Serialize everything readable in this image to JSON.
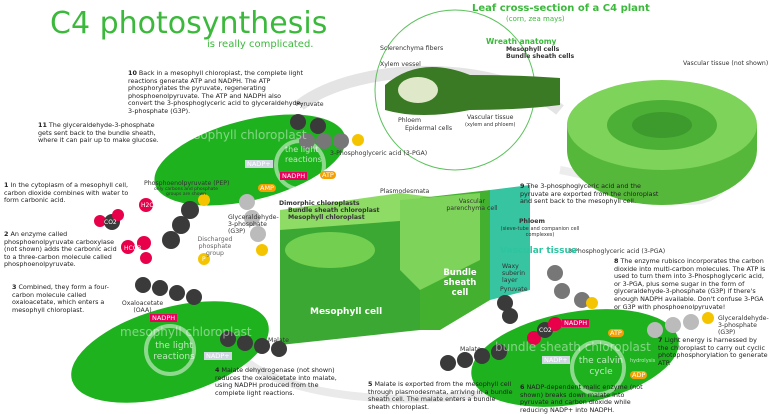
{
  "title": {
    "main": "C4 photosynthesis",
    "sub": "is really complicated."
  },
  "leaf": {
    "heading": "Leaf cross-section of a C4 plant",
    "species": "(corn, zea mays)",
    "wreath": "Wreath anatomy",
    "mesophyll_cells": "Mesophyll cells",
    "bundle_cells": "Bundle sheath cells",
    "sclerenchyma": "Sclerenchyma fibers",
    "xylem": "Xylem vessel",
    "phloem": "Phloem",
    "epidermal": "Epidermal cells",
    "vascular": "Vascular tissue",
    "vascular_note": "(xylem and phloem)",
    "vascular_not_shown": "Vascular tissue (not shown)"
  },
  "steps": {
    "s1": {
      "n": "1",
      "text": "In the cytoplasm of a mesophyll cell, carbon dioxide combines with water to form carbonic acid."
    },
    "s2": {
      "n": "2",
      "text": "An enzyme called phosphoenolpyruvate carboxylase (not shown) adds the carbonic acid to a three-carbon molecule called phosphoenolpyruvate."
    },
    "s3": {
      "n": "3",
      "text": "Combined, they form a four-carbon molecule called oxaloacetate, which enters a mesophyll chloroplast."
    },
    "s4": {
      "n": "4",
      "text": "Malate dehydrogenase (not shown) reduces the oxaloacetate into malate, using NADPH produced from the complete light reactions."
    },
    "s5": {
      "n": "5",
      "text": "Malate is exported from the mesophyll cell through plasmodesmata, arriving in a bundle sheath cell. The malate enters a bundle sheath chloroplast."
    },
    "s6": {
      "n": "6",
      "text": "NADP-dependent malic enzyme (not shown) breaks down malate into pyruvate and carbon dioxide while reducing NADP+ into NADPH."
    },
    "s7": {
      "n": "7",
      "text": "Light energy is harnessed by the chloroplast to carry out cyclic photophosphorylation to generate ATP."
    },
    "s8": {
      "n": "8",
      "text": "The enzyme rubisco incorporates the carbon dioxide into multi-carbon molecules. The ATP is used to turn them into 3-Phosphoglyceric acid, or 3-PGA, plus some sugar in the form of glyceraldehyde-3-phosphate (G3P) if there's enough NADPH available. Don't confuse 3-PGA or G3P with phosphoenolpyruvate!"
    },
    "s9": {
      "n": "9",
      "text": "The 3-phosphoglyceric acid and the pyruvate are exported from the chloroplast and sent back to the mesophyll cell."
    },
    "s10": {
      "n": "10",
      "text": "Back in a mesophyll chloroplast, the complete light reactions generate ATP and NADPH. The ATP phosphorylates the pyruvate, regenerating phosphoenolpyruvate. The ATP and NADPH also convert the 3-phosphoglyceric acid to glyceraldehyde-3-phosphate (G3P)."
    },
    "s11": {
      "n": "11",
      "text": "The glyceraldehyde-3-phosphate gets sent back to the bundle sheath, where it can pair up to make glucose."
    }
  },
  "molecules": {
    "pep": "Phosphoenolpyruvate (PEP)",
    "pep_note": "only carbons and phosphate groups are shown",
    "g3p": "Glyceraldehyde-3-phosphate (G3P)",
    "phosphate": "Discharged phosphate group",
    "oaa": "Oxaloacetate (OAA)",
    "malate": "Malate",
    "pyruvate": "Pyruvate",
    "pga": "3-Phosphoglyceric acid (3-PGA)",
    "co2": "CO2",
    "h2o": "H2O",
    "hco3": "HCO3",
    "p": "P"
  },
  "cell": {
    "dimorphic": "Dimorphic chloroplasts",
    "bs_chloro": "Bundle sheath chloroplast",
    "m_chloro": "Mesophyll chloroplast",
    "plasmodesmata": "Plasmodesmata",
    "vpc": "Vascular parenchyma cell",
    "phloem": "Phloem",
    "phloem_note": "(sieve-tube and companion cell complexes)",
    "vascular": "Vascular tissue",
    "waxy": "Waxy suberin layer",
    "mesophyll": "Mesophyll cell",
    "bundle": "Bundle sheath cell"
  },
  "chloro": {
    "mesophyll": "mesophyll chloroplast",
    "bundle": "bundle sheath chloroplast",
    "light": "the light reactions",
    "calvin": "the calvin cycle",
    "nadph": "NADPH",
    "nadp": "NADP+",
    "atp": "ATP",
    "amp": "AMP",
    "adp": "ADP",
    "hydro": "hydrolysis"
  },
  "colors": {
    "green": "#3cb93c",
    "chloroplast": "#1fb21f",
    "nadph": "#e8005a",
    "atp": "#f5c400",
    "co2": "#e8004a",
    "teal": "#2ec4a0"
  }
}
